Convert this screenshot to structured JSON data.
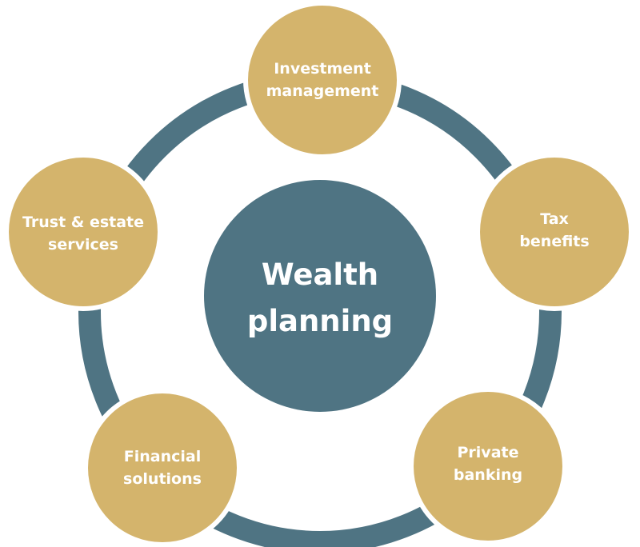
{
  "colors": {
    "ring": "#4f7483",
    "center": "#4f7483",
    "outer": "#d4b46c",
    "text": "#ffffff"
  },
  "center": {
    "line1": "Wealth",
    "line2": "planning"
  },
  "nodes": [
    {
      "line1": "Investment",
      "line2": "management"
    },
    {
      "line1": "Tax",
      "line2": "benefits"
    },
    {
      "line1": "Private",
      "line2": "banking"
    },
    {
      "line1": "Financial",
      "line2": "solutions"
    },
    {
      "line1": "Trust & estate",
      "line2": "services"
    }
  ]
}
